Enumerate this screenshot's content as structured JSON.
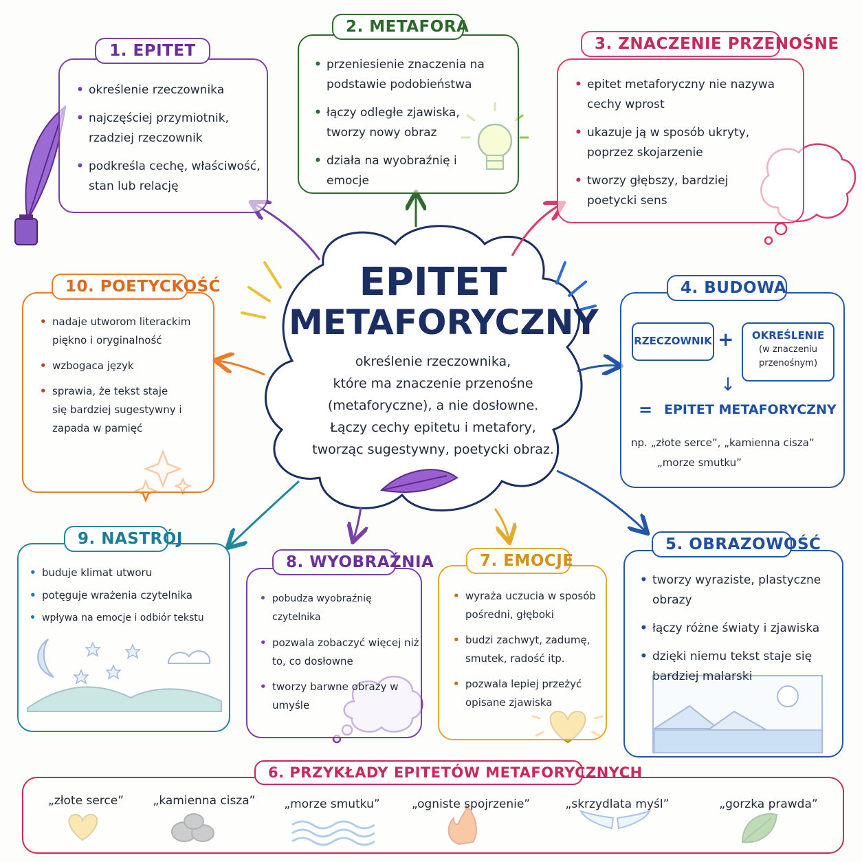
{
  "center": {
    "title_line1": "EPITET",
    "title_line2": "METAFORYCZNY",
    "description": [
      "określenie rzeczownika,",
      "które ma znaczenie przenośne",
      "(metaforyczne), a nie dosłowne.",
      "Łączy cechy epitetu i metafory,",
      "tworząc sugestywny, poetycki obraz."
    ]
  },
  "nodes": {
    "epitet": {
      "title": "1. EPITET",
      "points": [
        "określenie rzeczownika",
        "najczęściej przymiotnik, rzadziej rzeczownik",
        "podkreśla cechę, właściwość, stan lub relację"
      ]
    },
    "metafora": {
      "title": "2. METAFORA",
      "points": [
        "przeniesienie znaczenia na podstawie podobieństwa",
        "łączy odległe zjawiska, tworzy nowy obraz",
        "działa na wyobraźnię i emocje"
      ]
    },
    "znaczenie": {
      "title": "3. ZNACZENIE PRZENOŚNE",
      "points": [
        "epitet metaforyczny nie nazywa cechy wprost",
        "ukazuje ją w sposób ukryty, poprzez skojarzenie",
        "tworzy głębszy, bardziej poetycki sens"
      ]
    },
    "budowa": {
      "title": "4. BUDOWA",
      "noun": "RZECZOWNIK",
      "plus": "+",
      "modifier": "OKREŚLENIE",
      "modifier_note": "(w znaczeniu przenośnym)",
      "arrow": "↓",
      "equals": "=",
      "result": "EPITET METAFORYCZNY",
      "example_line1": "np. „złote serce”, „kamienna cisza”",
      "example_line2": "„morze smutku”"
    },
    "obrazowosc": {
      "title": "5. OBRAZOWOŚĆ",
      "points": [
        "tworzy wyraziste, plastyczne obrazy",
        "łączy różne światy i zjawiska",
        "dzięki niemu tekst staje się bardziej malarski"
      ]
    },
    "przyklady": {
      "title": "6. PRZYKŁADY EPITETÓW METAFORYCZNYCH",
      "items": [
        {
          "label": "„złote serce”",
          "icon": "heart-icon"
        },
        {
          "label": "„kamienna cisza”",
          "icon": "stones-icon"
        },
        {
          "label": "„morze smutku”",
          "icon": "waves-icon"
        },
        {
          "label": "„ogniste spojrzenie”",
          "icon": "fire-icon"
        },
        {
          "label": "„skrzydlata myśl”",
          "icon": "wings-icon"
        },
        {
          "label": "„gorzka prawda”",
          "icon": "leaf-icon"
        }
      ]
    },
    "emocje": {
      "title": "7. EMOCJE",
      "points": [
        "wyraża uczucia w sposób pośredni, głęboki",
        "budzi zachwyt, zadumę, smutek, radość itp.",
        "pozwala lepiej przeżyć opisane zjawiska"
      ]
    },
    "wyobraznia": {
      "title": "8. WYOBRAŹNIA",
      "points": [
        "pobudza wyobraźnię czytelnika",
        "pozwala zobaczyć więcej niż to, co dosłowne",
        "tworzy barwne obrazy w umyśle"
      ]
    },
    "nastroj": {
      "title": "9. NASTRÓJ",
      "points": [
        "buduje klimat utworu",
        "potęguje wrażenia czytelnika",
        "wpływa na emocje i odbiór tekstu"
      ]
    },
    "poetyckosc": {
      "title": "10. POETYCKOŚĆ",
      "points": [
        "nadaje utworom literackim piękno i oryginalność",
        "wzbogaca język",
        "sprawia, że tekst staje się bardziej sugestywny i zapada w pamięć"
      ]
    }
  },
  "colors": {
    "purple": "#7b3fa9",
    "green": "#2f6b2f",
    "pink": "#d63b6d",
    "blue": "#2456a8",
    "yellow": "#e4a92a",
    "teal": "#1f87a0",
    "orange": "#ec7b2a",
    "crimson": "#c8285a",
    "navy": "#1b2e63"
  }
}
